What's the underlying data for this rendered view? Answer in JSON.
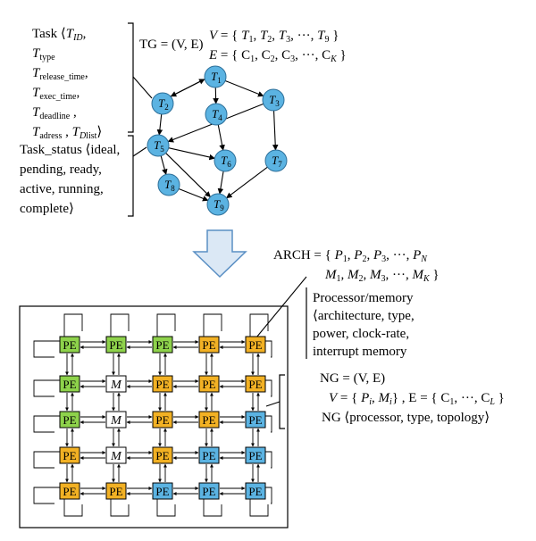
{
  "task": {
    "lines": [
      "Task ⟨T_ID,",
      "T_type",
      "T_release_time,",
      "T_exec_time,",
      "T_deadline ,",
      "T_adress , T_Dlist⟩"
    ]
  },
  "task_graph": {
    "tg_label": "TG = (V, E)",
    "v_def": "V = { T1, T2, T3, ···, T9 }",
    "e_def": "E = { C1, C2, C3, ···, CK }",
    "nodes": [
      "T1",
      "T2",
      "T3",
      "T4",
      "T5",
      "T6",
      "T7",
      "T8",
      "T9"
    ],
    "edges": [
      [
        "T1",
        "T2"
      ],
      [
        "T1",
        "T3"
      ],
      [
        "T1",
        "T4"
      ],
      [
        "T2",
        "T5"
      ],
      [
        "T3",
        "T5"
      ],
      [
        "T3",
        "T7"
      ],
      [
        "T4",
        "T6"
      ],
      [
        "T5",
        "T6"
      ],
      [
        "T5",
        "T8"
      ],
      [
        "T5",
        "T9"
      ],
      [
        "T6",
        "T9"
      ],
      [
        "T7",
        "T9"
      ],
      [
        "T8",
        "T9"
      ],
      [
        "T2",
        "T1"
      ]
    ]
  },
  "task_status": {
    "lines": [
      "Task_status ⟨ideal,",
      "pending, ready,",
      "active, running,",
      "complete⟩"
    ]
  },
  "arch": {
    "line1": "ARCH = { P1, P2, P3, ···, PN",
    "line2": "M1, M2, M3, ···, MK }"
  },
  "processor_memory": {
    "lines": [
      "Processor/memory",
      "⟨architecture, type,",
      "power, clock-rate,",
      "interrupt memory"
    ]
  },
  "network_graph": {
    "ng_label": "NG = (V, E)",
    "v_def": "V = { Pi, Mi } , E = { C1, ···, CL }",
    "ng_attr": "NG ⟨processor, type, topology⟩"
  },
  "grid": {
    "rows": [
      [
        {
          "t": "PE",
          "c": "green"
        },
        {
          "t": "PE",
          "c": "green"
        },
        {
          "t": "PE",
          "c": "green"
        },
        {
          "t": "PE",
          "c": "orange"
        },
        {
          "t": "PE",
          "c": "orange"
        }
      ],
      [
        {
          "t": "PE",
          "c": "green"
        },
        {
          "t": "M",
          "c": "white"
        },
        {
          "t": "PE",
          "c": "orange"
        },
        {
          "t": "PE",
          "c": "orange"
        },
        {
          "t": "PE",
          "c": "orange"
        }
      ],
      [
        {
          "t": "PE",
          "c": "green"
        },
        {
          "t": "M",
          "c": "white"
        },
        {
          "t": "PE",
          "c": "orange"
        },
        {
          "t": "PE",
          "c": "orange"
        },
        {
          "t": "PE",
          "c": "blue"
        }
      ],
      [
        {
          "t": "PE",
          "c": "orange"
        },
        {
          "t": "M",
          "c": "white"
        },
        {
          "t": "PE",
          "c": "orange"
        },
        {
          "t": "PE",
          "c": "blue"
        },
        {
          "t": "PE",
          "c": "blue"
        }
      ],
      [
        {
          "t": "PE",
          "c": "orange"
        },
        {
          "t": "PE",
          "c": "orange"
        },
        {
          "t": "PE",
          "c": "blue"
        },
        {
          "t": "PE",
          "c": "blue"
        },
        {
          "t": "PE",
          "c": "blue"
        }
      ]
    ]
  },
  "colors": {
    "node": "#5bb3e2",
    "green": "#8ed24b",
    "orange": "#f2b124",
    "blue": "#5bb3e2",
    "white": "#ffffff",
    "arrow_fill": "#dbe8f5",
    "arrow_stroke": "#5a8fc4"
  }
}
